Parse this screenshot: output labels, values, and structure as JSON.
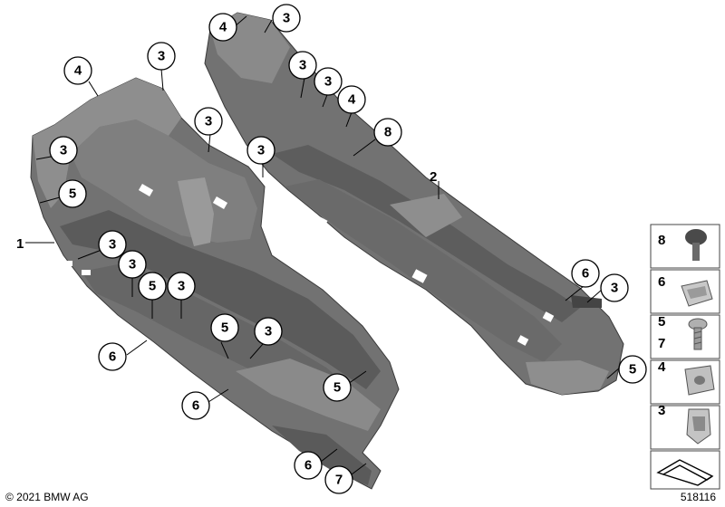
{
  "main_labels": {
    "part1": "1",
    "part2": "2"
  },
  "callouts": {
    "c01": "4",
    "c02": "3",
    "c03": "4",
    "c04": "3",
    "c05": "3",
    "c06": "3",
    "c07": "3",
    "c08": "4",
    "c09": "3",
    "c10": "8",
    "c11": "3",
    "c12": "3",
    "c13": "5",
    "c14": "3",
    "c15": "3",
    "c16": "5",
    "c17": "3",
    "c18": "5",
    "c19": "3",
    "c20": "6",
    "c21": "5",
    "c22": "6",
    "c23": "6",
    "c24": "3",
    "c25": "5",
    "c26": "6",
    "c27": "7"
  },
  "legend": [
    "8",
    "6",
    "5",
    "7",
    "4",
    "3"
  ],
  "copyright": "© 2021 BMW AG",
  "doc_number": "518116",
  "colors": {
    "part_fill": "#737373",
    "part_dark": "#5b5b5b",
    "part_light": "#8e8e8e",
    "outline": "#3a3a3a"
  }
}
